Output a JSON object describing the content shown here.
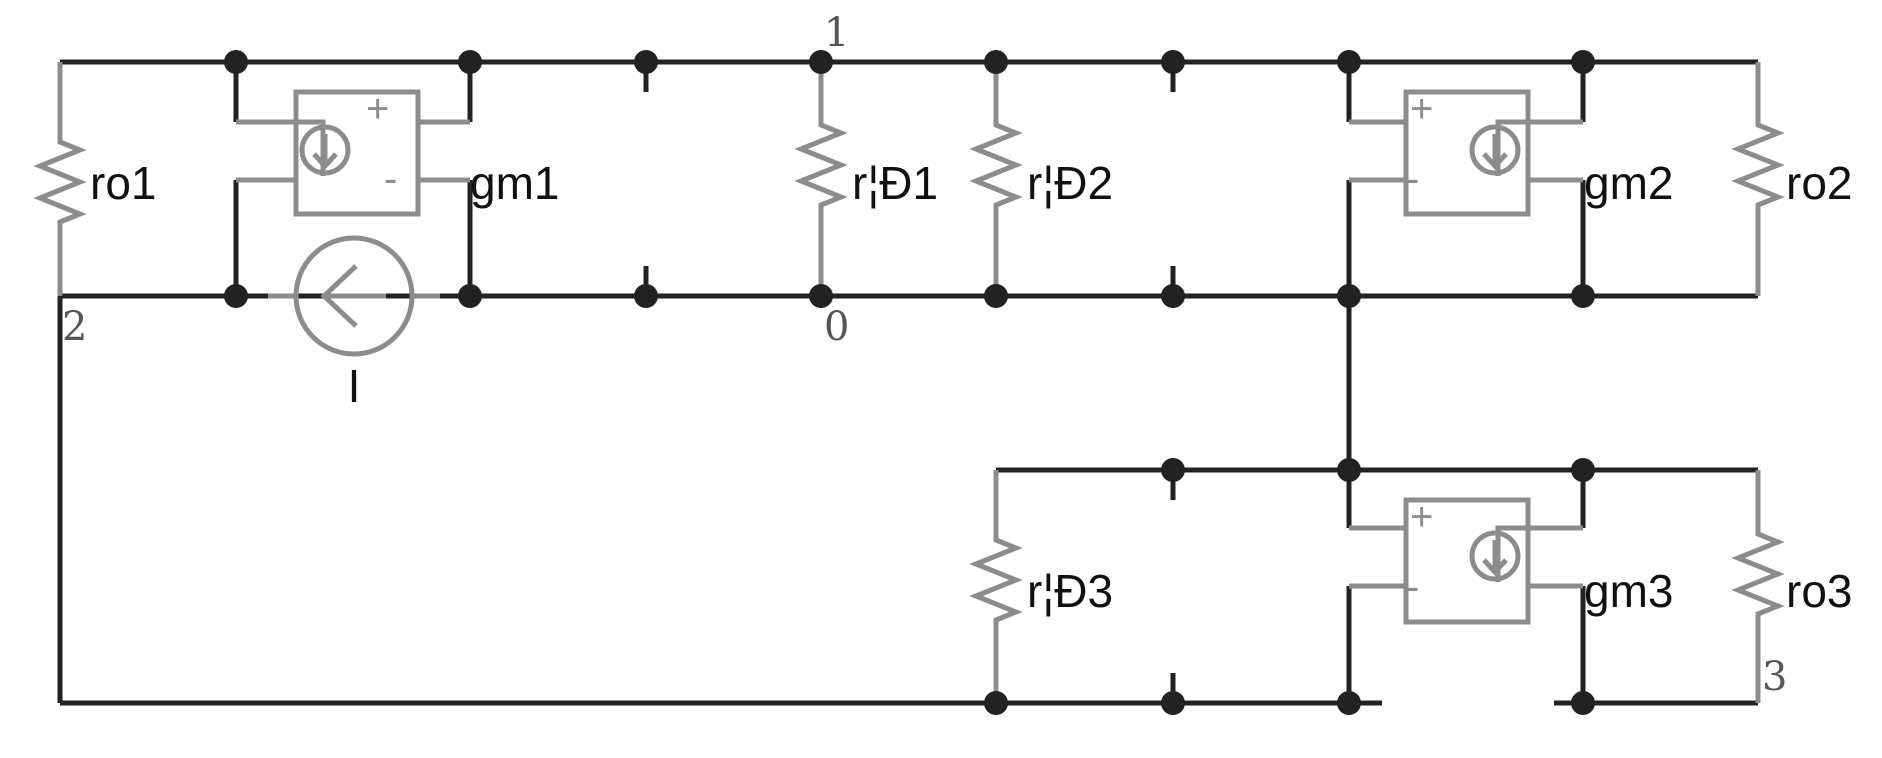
{
  "colors": {
    "wire": "#222222",
    "component": "#8c8c8c",
    "label": "#111111",
    "node_label": "#555555"
  },
  "nodes": {
    "n1": "1",
    "n0": "0",
    "n2": "2",
    "n3": "3"
  },
  "resistors": {
    "ro1": "ro1",
    "ro2": "ro2",
    "ro3": "ro3",
    "rpi1": "r¦Ð1",
    "rpi2": "r¦Ð2",
    "rpi3": "r¦Ð3"
  },
  "vccs": {
    "gm1": "gm1",
    "gm2": "gm2",
    "gm3": "gm3",
    "plus": "+",
    "minus": "-"
  },
  "current_source": {
    "label": "I"
  },
  "icons": [
    "resistor-icon",
    "vccs-icon",
    "current-source-icon",
    "junction-dot-icon"
  ]
}
